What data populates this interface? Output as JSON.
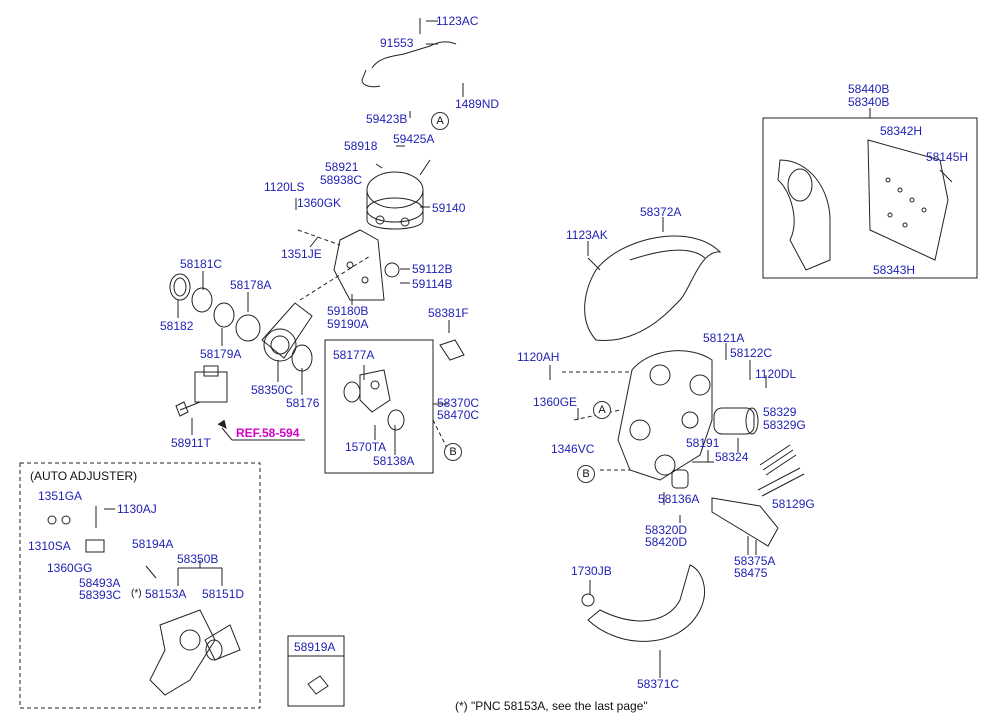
{
  "parts": {
    "p1123AC": "1123AC",
    "p91553": "91553",
    "p1489ND": "1489ND",
    "p59423B": "59423B",
    "p59425A": "59425A",
    "p58918": "58918",
    "p58921": "58921",
    "p58938C": "58938C",
    "p59140": "59140",
    "p1120LS": "1120LS",
    "p1360GK": "1360GK",
    "p1351JE": "1351JE",
    "p59112B": "59112B",
    "p59114B": "59114B",
    "p59180B": "59180B",
    "p59190A": "59190A",
    "p58181C": "58181C",
    "p58182": "58182",
    "p58178A": "58178A",
    "p58179A": "58179A",
    "p58350C": "58350C",
    "p58176": "58176",
    "p58381F": "58381F",
    "p58177A": "58177A",
    "p58370C": "58370C",
    "p58470C": "58470C",
    "p1570TA": "1570TA",
    "p58138A": "58138A",
    "p58911T": "58911T",
    "p1351GA": "1351GA",
    "p1130AJ": "1130AJ",
    "p1310SA": "1310SA",
    "p1360GG": "1360GG",
    "p58493A": "58493A",
    "p58393C": "58393C",
    "p58194A": "58194A",
    "p58350B": "58350B",
    "p58153A": "58153A",
    "p58151D": "58151D",
    "p58919A": "58919A",
    "p58372A": "58372A",
    "p1123AK": "1123AK",
    "p58121A": "58121A",
    "p58122C": "58122C",
    "p1120AH": "1120AH",
    "p1120DL": "1120DL",
    "p1360GE": "1360GE",
    "p58329": "58329",
    "p58329G": "58329G",
    "p1346VC": "1346VC",
    "p58191": "58191",
    "p58324": "58324",
    "p58129G": "58129G",
    "p58136A": "58136A",
    "p58320D": "58320D",
    "p58420D": "58420D",
    "p58375A": "58375A",
    "p58475": "58475",
    "p1730JB": "1730JB",
    "p58371C": "58371C",
    "p58440B": "58440B",
    "p58340B": "58340B",
    "p58342H": "58342H",
    "p58145H": "58145H",
    "p58343H": "58343H"
  },
  "ref": "REF.58-594",
  "markers": {
    "a": "A",
    "b": "B"
  },
  "auto_adjuster_title": "(AUTO ADJUSTER)",
  "asterisk": "(*)",
  "footnote": "(*) \"PNC 58153A, see the last page\"",
  "colors": {
    "label": "#1f1fb4",
    "ref": "#d400c8",
    "line": "#222222"
  }
}
